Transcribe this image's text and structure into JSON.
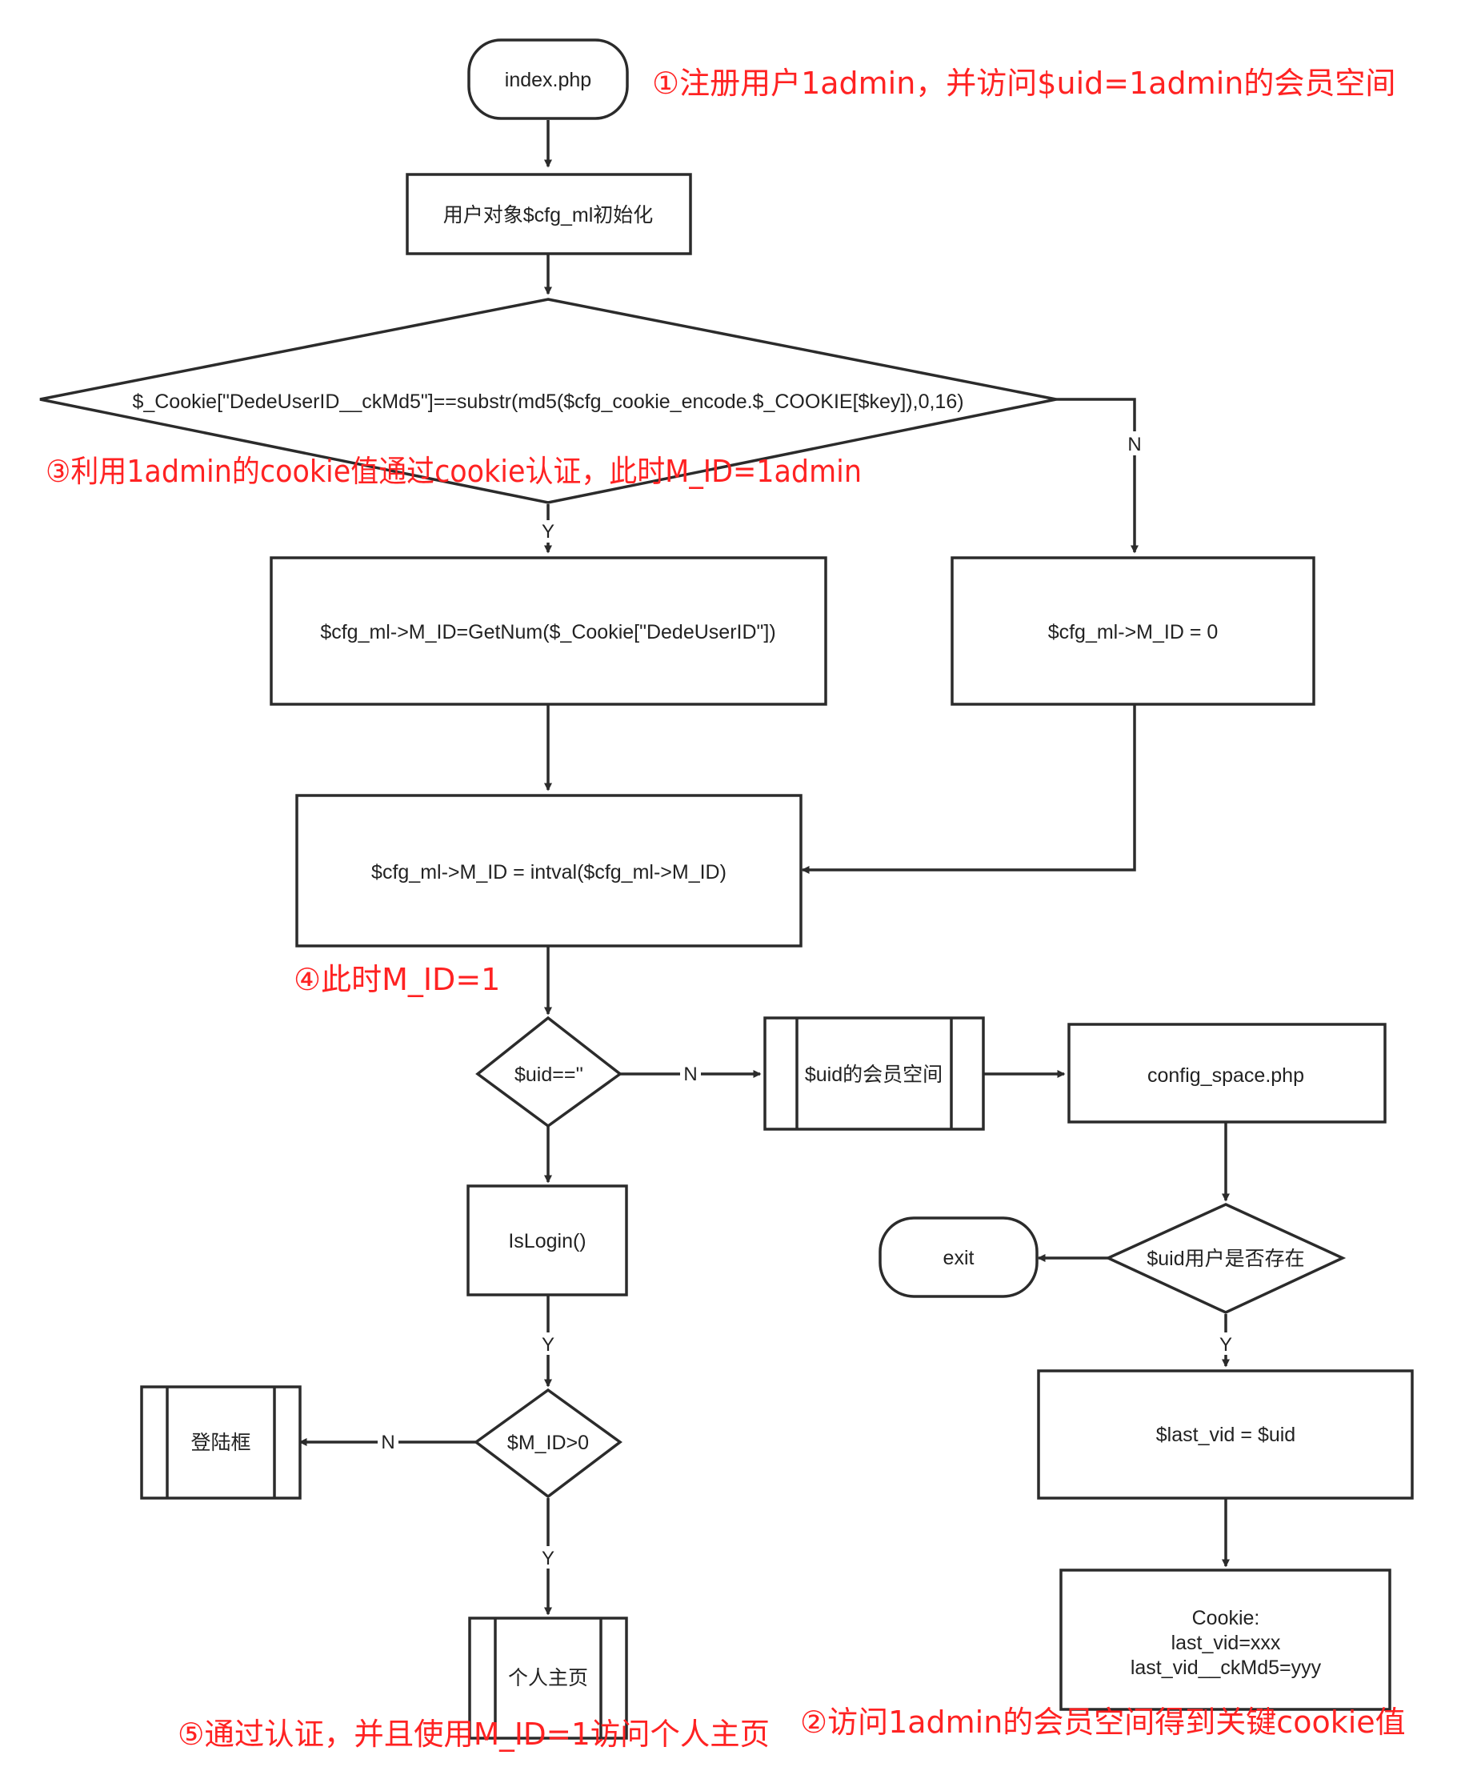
{
  "nodes": {
    "start": "index.php",
    "init": "用户对象$cfg_ml初始化",
    "cookie_check": "$_Cookie[\"DedeUserID__ckMd5\"]==substr(md5($cfg_cookie_encode.$_COOKIE[$key]),0,16)",
    "set_getnum": "$cfg_ml->M_ID=GetNum($_Cookie[\"DedeUserID\"])",
    "set_zero": "$cfg_ml->M_ID = 0",
    "intval": "$cfg_ml->M_ID = intval($cfg_ml->M_ID)",
    "uid_check": "$uid==''",
    "member_space": "$uid的会员空间",
    "config_space": "config_space.php",
    "user_exists": "$uid用户是否存在",
    "exit": "exit",
    "last_vid": "$last_vid = $uid",
    "cookie_line1": "Cookie:",
    "cookie_line2": "last_vid=xxx",
    "cookie_line3": "last_vid__ckMd5=yyy",
    "islogin": "IsLogin()",
    "mid_check": "$M_ID>0",
    "login_box": "登陆框",
    "homepage": "个人主页"
  },
  "labels": {
    "yes": "Y",
    "no": "N"
  },
  "notes": {
    "step1": "①注册用户1admin，并访问$uid=1admin的会员空间",
    "step2": "②访问1admin的会员空间得到关键cookie值",
    "step3": "③利用1admin的cookie值通过cookie认证，此时M_ID=1admin",
    "step4": "④此时M_ID=1",
    "step5": "⑤通过认证，并且使用M_ID=1访问个人主页"
  },
  "colors": {
    "note": "#ff2222",
    "stroke": "#2b2b2b",
    "text": "#222222"
  }
}
